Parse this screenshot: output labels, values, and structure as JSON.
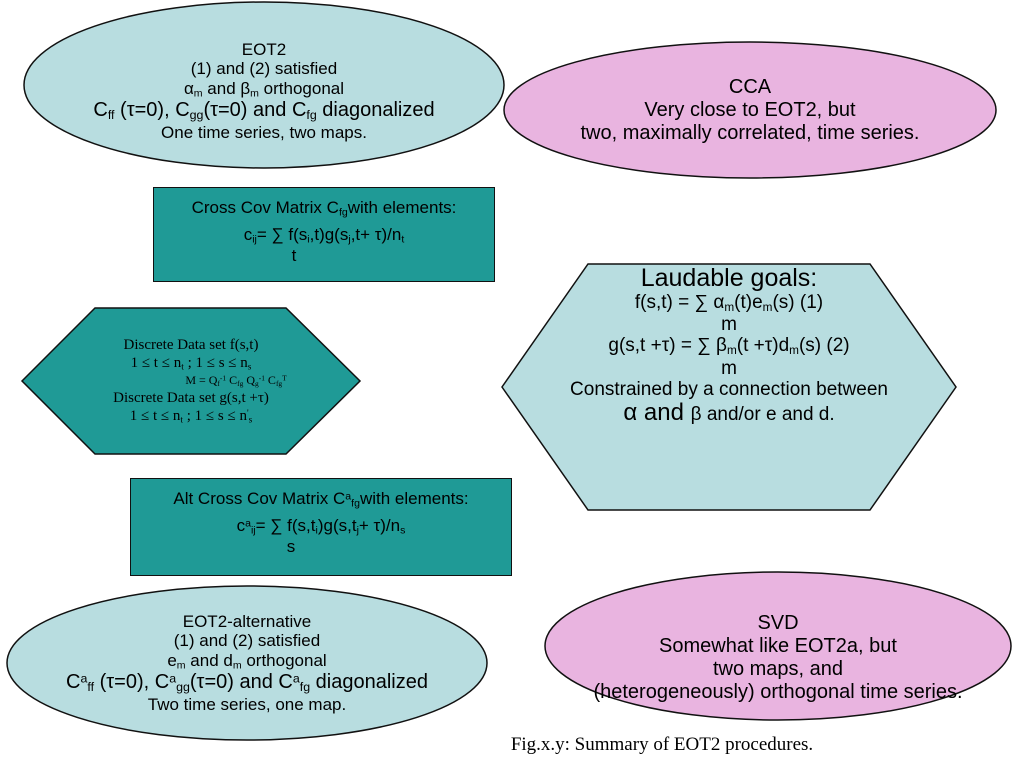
{
  "eot2": {
    "title": "EOT2",
    "l2": "(1) and (2) satisfied",
    "l3": {
      "a": "α",
      "sub1": "m",
      "b": " and β",
      "sub2": "m",
      "c": " orthogonal"
    },
    "l4": {
      "a": "C",
      "sub1": "ff",
      "b": " (τ=0), C",
      "sub2": "gg",
      "c": "(τ=0) and C",
      "sub3": "fg",
      "d": " diagonalized"
    },
    "l5": "One time series, two maps."
  },
  "cca": {
    "title": "CCA",
    "l2": "Very close to EOT2, but",
    "l3": "two, maximally correlated, time series."
  },
  "crosscov": {
    "l1": {
      "a": "Cross Cov Matrix C",
      "sub1": "fg",
      "b": "with elements:"
    },
    "l2": {
      "a": "c",
      "sub1": "ij",
      "b": "=    ∑ f(s",
      "sub2": "i",
      "c": ",t)g(s",
      "sub3": "j",
      "d": ",t+ τ)/n",
      "sub4": "t"
    },
    "l3": "t"
  },
  "laudable": {
    "title": "Laudable goals:",
    "l2": {
      "a": "f(s,t) = ∑ α",
      "sub1": "m",
      "b": "(t)e",
      "sub2": "m",
      "c": "(s)   (1)"
    },
    "l3": "m",
    "l4": {
      "a": "g(s,t +τ) =  ∑ β",
      "sub1": "m",
      "b": "(t +τ)d",
      "sub2": "m",
      "c": "(s)   (2)"
    },
    "l5": "m",
    "l6": "Constrained by a connection between",
    "l7": {
      "a": "α and ",
      "b": "β and/or e and d."
    }
  },
  "discrete": {
    "l1": "Discrete Data set f(s,t)",
    "l2": {
      "a": "1 ≤ t ≤ n",
      "sub1": "t",
      "b": " ; 1 ≤ s ≤ n",
      "sub2": "s"
    },
    "l3": {
      "a": "M = Q",
      "sub1": "f",
      "sup1": "-1",
      "b": " C",
      "sub2": "fg",
      "c": " Q",
      "sub3": "g",
      "sup2": "-1",
      "d": " C",
      "sub4": "fg",
      "sup3": "T"
    },
    "l4": "Discrete Data set g(s,t +τ)",
    "l5": {
      "a": "1 ≤ t ≤ n",
      "sub1": "t",
      "b": " ; 1 ≤ s ≤ n",
      "sup1": "'",
      "sub2": "s"
    }
  },
  "altcrosscov": {
    "l1": {
      "a": "Alt Cross Cov Matrix C",
      "sup1": "a",
      "sub1": "fg",
      "b": "with elements:"
    },
    "l2": {
      "a": "c",
      "sup1": "a",
      "sub1": "ij",
      "b": "=    ∑ f(s,t",
      "sub2": "i",
      "c": ")g(s,t",
      "sub3": "j",
      "d": "+ τ)/n",
      "sub4": "s"
    },
    "l3": "s"
  },
  "eot2alt": {
    "title": "EOT2-alternative",
    "l2": "(1) and (2) satisfied",
    "l3": {
      "a": "e",
      "sub1": "m",
      "b": " and d",
      "sub2": "m",
      "c": " orthogonal"
    },
    "l4": {
      "a": "C",
      "sup1": "a",
      "sub1": "ff",
      "b": " (τ=0), C",
      "sup2": "a",
      "sub2": "gg",
      "c": "(τ=0) and C",
      "sup3": "a",
      "sub3": "fg",
      "d": " diagonalized"
    },
    "l5": "Two time series, one map."
  },
  "svd": {
    "title": "SVD",
    "l2": "Somewhat like EOT2a, but",
    "l3": "two maps, and",
    "l4": "(heterogeneously) orthogonal time series."
  },
  "caption": "Fig.x.y: Summary of EOT2 procedures.",
  "colors": {
    "light_blue": "#b8dde0",
    "pink": "#e9b4e0",
    "teal": "#1f9a96",
    "outline": "#111111"
  }
}
